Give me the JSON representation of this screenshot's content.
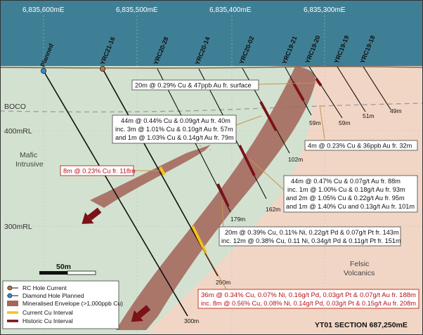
{
  "coords": {
    "e1": "6,835,600mE",
    "e2": "6,835,500mE",
    "e3": "6,835,400mE",
    "e4": "6,835,300mE"
  },
  "rl": {
    "r400": "400mRL",
    "r300": "300mRL"
  },
  "boco": "BOCO",
  "units": {
    "mafic_1": "Mafic",
    "mafic_2": "Intrusive",
    "felsic_1": "Felsic",
    "felsic_2": "Volcanics"
  },
  "holes": {
    "planned": "Planned",
    "yrc21_16": "YRC21-16",
    "yrc20_28": "YRC20-28",
    "yrc20_14": "YRC20-14",
    "yrc20_02": "YRC20-02",
    "yrc19_21": "YRC19-21",
    "yrc19_20": "YRC19-20",
    "yrc19_19": "YRC19-19",
    "yrc19_18": "YRC19-18"
  },
  "depths": {
    "d300": "300m",
    "d250": "250m",
    "d179": "179m",
    "d162": "162m",
    "d102": "102m",
    "d59a": "59m",
    "d59b": "59m",
    "d51": "51m",
    "d49": "49m"
  },
  "annotations": {
    "surface": "20m @ 0.29% Cu & 47ppb Au fr. surface",
    "box44_1": "44m @ 0.44% Cu & 0.09g/t Au fr. 40m",
    "box44_2": "inc. 3m @ 1.01% Cu & 0.10g/t Au fr. 57m",
    "box44_3": "and 1m @ 1.03% Cu & 0.14g/t Au fr. 79m",
    "box4m": "4m @ 0.23% Cu & 36ppb Au fr. 32m",
    "box8m": "8m @ 0.23% Cu fr. 118m",
    "box44b_1": "44m @ 0.47% Cu & 0.07g/t Au fr. 88m",
    "box44b_2": "inc. 1m @ 1.00% Cu & 0.18g/t Au fr. 93m",
    "box44b_3": "and 2m @ 1.05% Cu & 0.22g/t Au fr. 95m",
    "box44b_4": "and 1m @ 1.40% Cu and 0.13g/t Au fr. 101m",
    "box20m_1": "20m @ 0.39% Cu, 0.11% Ni, 0.22g/t Pd & 0.07g/t Pt fr. 143m",
    "box20m_2": "inc. 12m @ 0.38% Cu, 0.11 Ni, 0.34g/t Pd & 0.11g/t Pt fr. 151m",
    "box36m_1": "36m @ 0.34% Cu, 0.07% Ni, 0.16g/t Pd, 0.03g/t Pt & 0.07g/t Au fr. 188m",
    "box36m_2": "inc. 8m @ 0.56% Cu, 0.08% Ni, 0.14g/t Pd, 0.03g/t Pt & 0.15g/t Au fr. 208m"
  },
  "scale": "50m",
  "legend": {
    "rc": "RC Hole Current",
    "diamond": "Diamond Hole Planned",
    "envelope": "Mineralised Envelope (>1,000ppb Cu)",
    "current": "Current Cu Interval",
    "historic": "Historic Cu Interval"
  },
  "section_title": "YT01 SECTION 687,250mE",
  "colors": {
    "sky": "#3f7f95",
    "mafic": "#d3e2d0",
    "felsic": "#f2d6c5",
    "envelope": "#a4665b",
    "current_cu": "#f6c21a",
    "historic_cu": "#7a1218",
    "rc_marker": "#b0793a",
    "diamond_marker": "#2f8fd5"
  }
}
